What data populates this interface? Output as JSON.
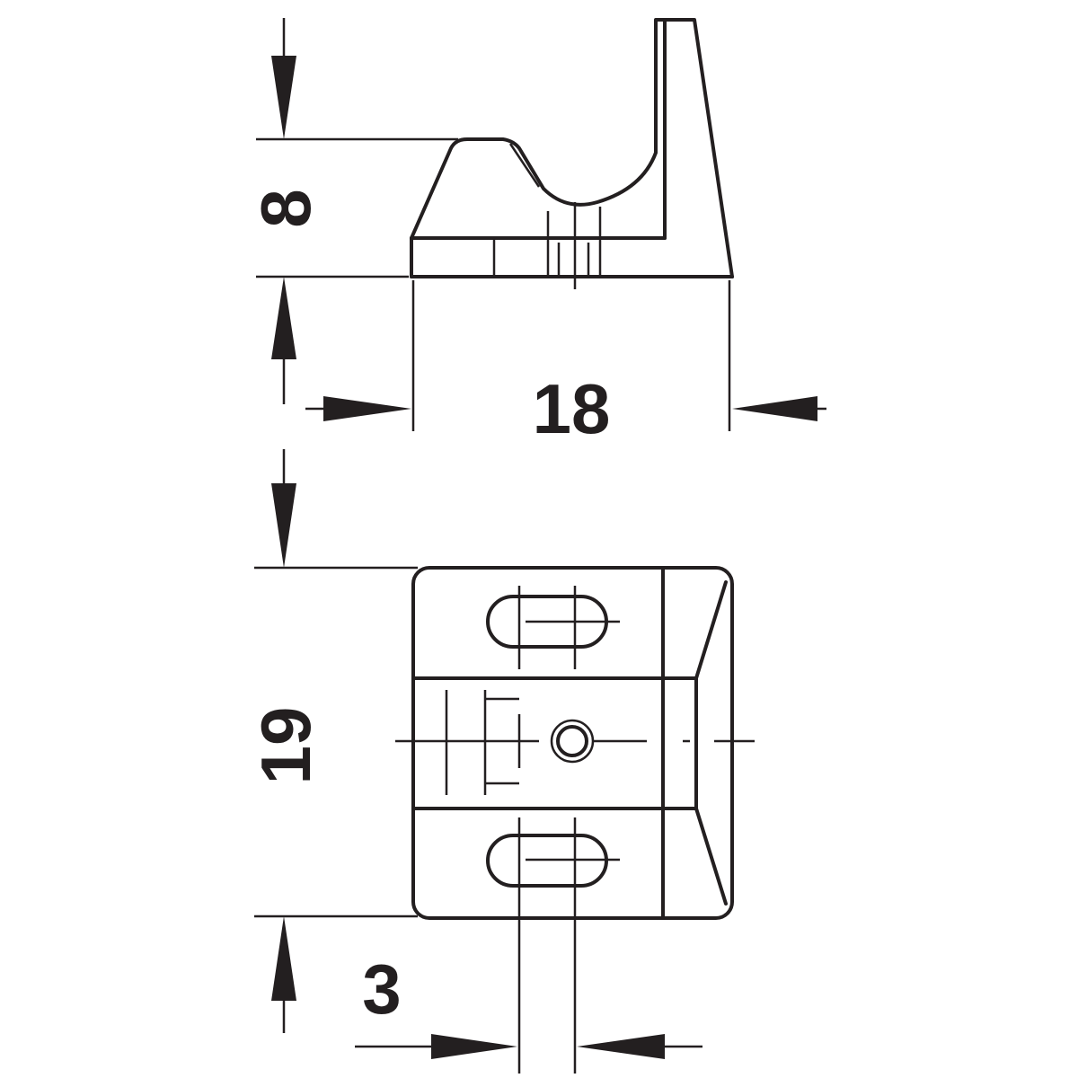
{
  "drawing": {
    "side_view": {
      "height_label": "8",
      "width_label": "18"
    },
    "plan_view": {
      "height_label": "19",
      "offset_label": "3"
    },
    "line_color": "#231f20"
  }
}
